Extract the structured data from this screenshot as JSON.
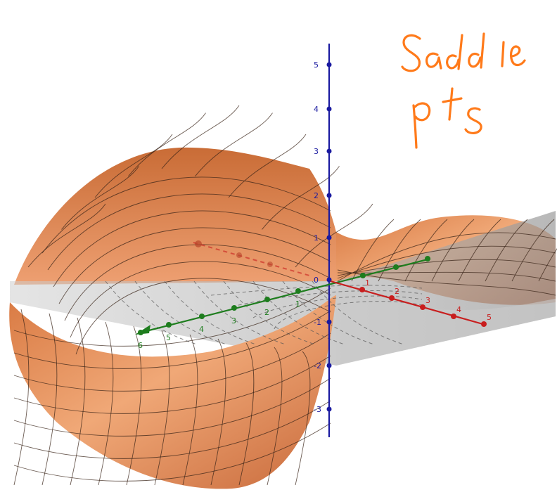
{
  "annotation": {
    "lines": [
      "Saddle",
      "pts"
    ],
    "color": "#ff7a1a"
  },
  "colors": {
    "surface": "#e3894f",
    "surface_light": "#f3ae7f",
    "surface_dark": "#b95e2c",
    "mesh": "#3a2418",
    "plane": "#a9a9a9",
    "z_axis": "#1a1aa0",
    "y_axis": "#1e7d1e",
    "x_axis": "#c81e1e"
  },
  "axes": {
    "z": {
      "ticks": [
        "5",
        "4",
        "3",
        "2",
        "1",
        "0",
        "-1",
        "-2",
        "-3"
      ]
    },
    "y": {
      "ticks": [
        "6",
        "5",
        "4",
        "3",
        "2",
        "1"
      ]
    },
    "x": {
      "ticks": [
        "1",
        "2",
        "3",
        "4",
        "5"
      ]
    }
  }
}
